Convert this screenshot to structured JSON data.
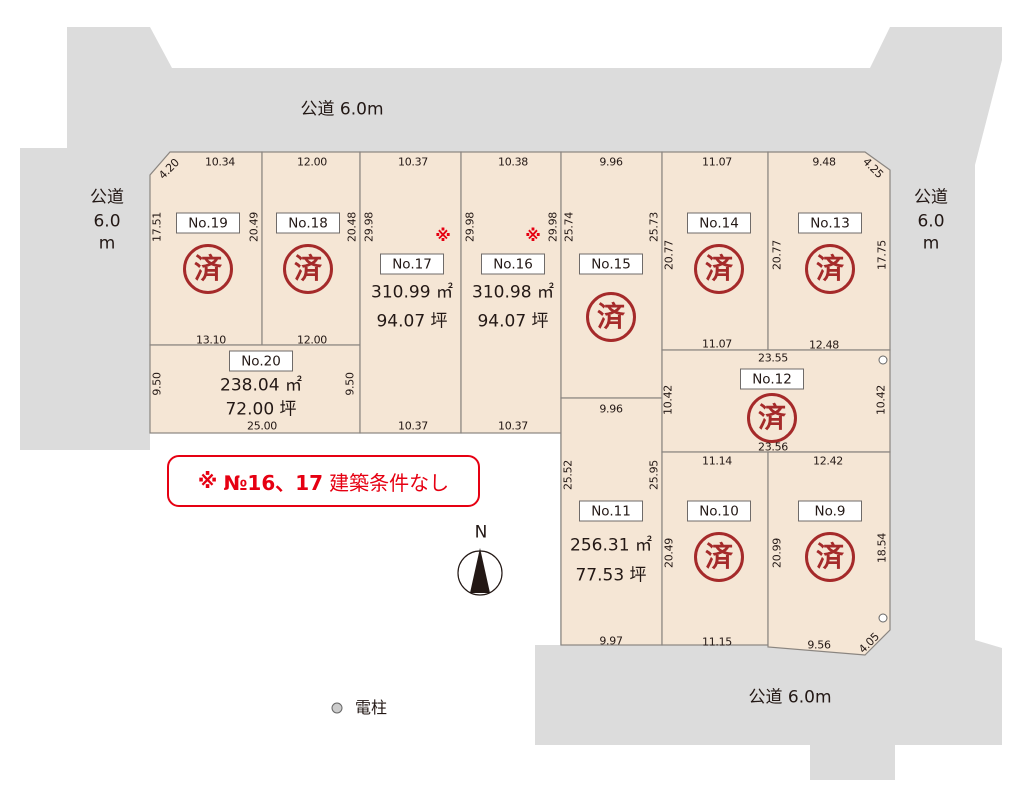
{
  "roads": {
    "top": "公道 6.0m",
    "left": [
      "公道",
      "6.0",
      "m"
    ],
    "right": [
      "公道",
      "6.0",
      "m"
    ],
    "bottom": "公道 6.0m"
  },
  "colors": {
    "lot_fill": "#f5e6d5",
    "road": "#dcdcdc",
    "seal": "#a52a2a",
    "note": "#e60012"
  },
  "lots": {
    "no19": {
      "label": "No.19",
      "sold": true,
      "seal": "済"
    },
    "no18": {
      "label": "No.18",
      "sold": true,
      "seal": "済"
    },
    "no17": {
      "label": "No.17",
      "sold": false,
      "area_m2": "310.99 ㎡",
      "area_tsubo": "94.07 坪",
      "mark": "※"
    },
    "no16": {
      "label": "No.16",
      "sold": false,
      "area_m2": "310.98 ㎡",
      "area_tsubo": "94.07 坪",
      "mark": "※"
    },
    "no15": {
      "label": "No.15",
      "sold": true,
      "seal": "済"
    },
    "no14": {
      "label": "No.14",
      "sold": true,
      "seal": "済"
    },
    "no13": {
      "label": "No.13",
      "sold": true,
      "seal": "済"
    },
    "no12": {
      "label": "No.12",
      "sold": true,
      "seal": "済"
    },
    "no11": {
      "label": "No.11",
      "sold": false,
      "area_m2": "256.31 ㎡",
      "area_tsubo": "77.53 坪"
    },
    "no10": {
      "label": "No.10",
      "sold": true,
      "seal": "済"
    },
    "no9": {
      "label": "No.9",
      "sold": true,
      "seal": "済"
    },
    "no20": {
      "label": "No.20",
      "sold": false,
      "area_m2": "238.04 ㎡",
      "area_tsubo": "72.00 坪"
    }
  },
  "dims": [
    "10.34",
    "12.00",
    "10.37",
    "10.38",
    "9.96",
    "11.07",
    "9.48",
    "4.20",
    "4.25",
    "17.51",
    "20.49",
    "20.48",
    "29.98",
    "29.98",
    "29.98",
    "25.74",
    "25.73",
    "20.77",
    "20.77",
    "17.75",
    "13.10",
    "12.00",
    "11.07",
    "12.48",
    "23.55",
    "9.50",
    "9.50",
    "25.00",
    "10.37",
    "10.37",
    "9.96",
    "10.42",
    "10.42",
    "23.56",
    "11.14",
    "12.42",
    "25.52",
    "25.95",
    "20.49",
    "20.99",
    "18.54",
    "9.97",
    "11.15",
    "9.56",
    "4.05"
  ],
  "note": {
    "mark": "※",
    "lots": "№16、17",
    "text": "建築条件なし"
  },
  "compass": {
    "label": "N"
  },
  "legend": {
    "pole_label": "電柱"
  }
}
